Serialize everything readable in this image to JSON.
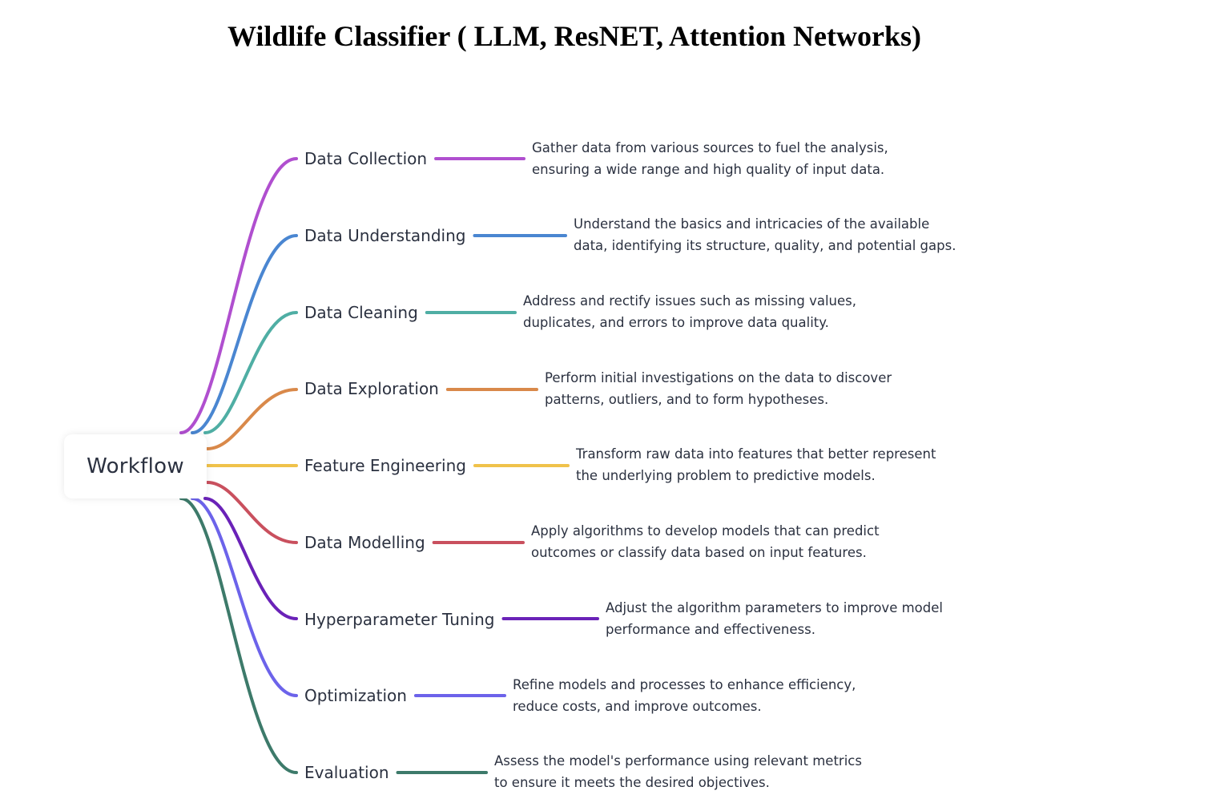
{
  "title": "Wildlife Classifier ( LLM, ResNET, Attention Networks)",
  "root": {
    "label": "Workflow"
  },
  "steps": [
    {
      "label": "Data Collection",
      "color": "#b04fcf",
      "description": [
        "Gather data from various sources to fuel the analysis,",
        "ensuring a wide range and high quality of input data."
      ]
    },
    {
      "label": "Data Understanding",
      "color": "#4a86d1",
      "description": [
        "Understand the basics and intricacies of the available",
        "data, identifying its structure, quality, and potential gaps."
      ]
    },
    {
      "label": "Data Cleaning",
      "color": "#4faea4",
      "description": [
        "Address and rectify issues such as missing values,",
        "duplicates, and errors to improve data quality."
      ]
    },
    {
      "label": "Data Exploration",
      "color": "#d9894a",
      "description": [
        "Perform initial investigations on the data to discover",
        "patterns, outliers, and to form hypotheses."
      ]
    },
    {
      "label": "Feature Engineering",
      "color": "#f0c24b",
      "description": [
        "Transform raw data into features that better represent",
        "the underlying problem to predictive models."
      ]
    },
    {
      "label": "Data Modelling",
      "color": "#c9505e",
      "description": [
        "Apply algorithms to develop models that can predict",
        "outcomes or classify data based on input features."
      ]
    },
    {
      "label": "Hyperparameter Tuning",
      "color": "#6a22b8",
      "description": [
        "Adjust the algorithm parameters to improve model",
        "performance and effectiveness."
      ]
    },
    {
      "label": "Optimization",
      "color": "#6c63ea",
      "description": [
        "Refine models and processes to enhance efficiency,",
        "reduce costs, and improve outcomes."
      ]
    },
    {
      "label": "Evaluation",
      "color": "#3d7a6a",
      "description": [
        "Assess the model's performance using relevant metrics",
        "to ensure it meets the desired objectives."
      ]
    }
  ]
}
